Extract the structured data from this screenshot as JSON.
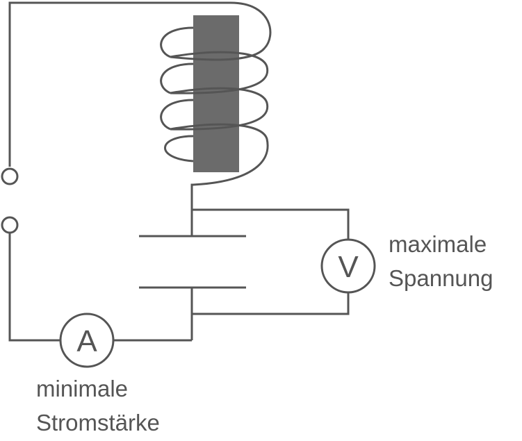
{
  "ammeter": {
    "symbol": "A"
  },
  "voltmeter": {
    "symbol": "V"
  },
  "labels": {
    "voltage_line1": "maximale",
    "voltage_line2": "Spannung",
    "current_line1": "minimale",
    "current_line2": "Stromstärke"
  }
}
